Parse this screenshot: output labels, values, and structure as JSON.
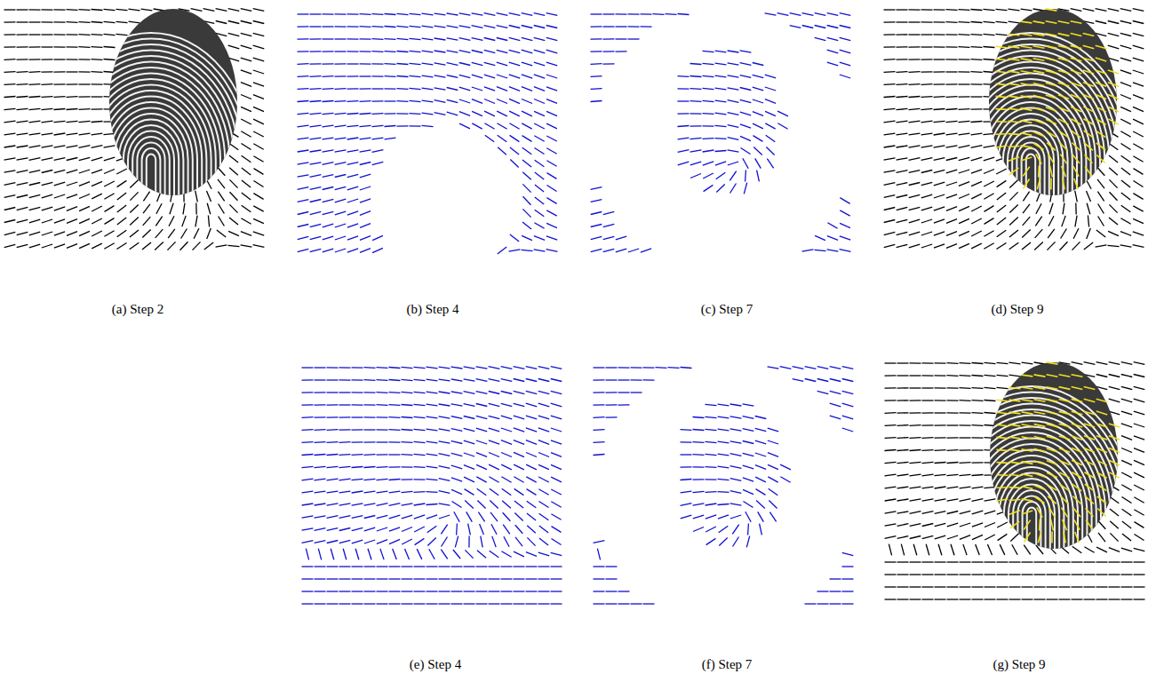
{
  "diagram": {
    "labels": [
      "(a) Step 2",
      "(b) Step 4",
      "(c) Step 7",
      "(d) Step 9",
      "(e) Step 4",
      "(f) Step 7",
      "(g) Step 9"
    ]
  }
}
